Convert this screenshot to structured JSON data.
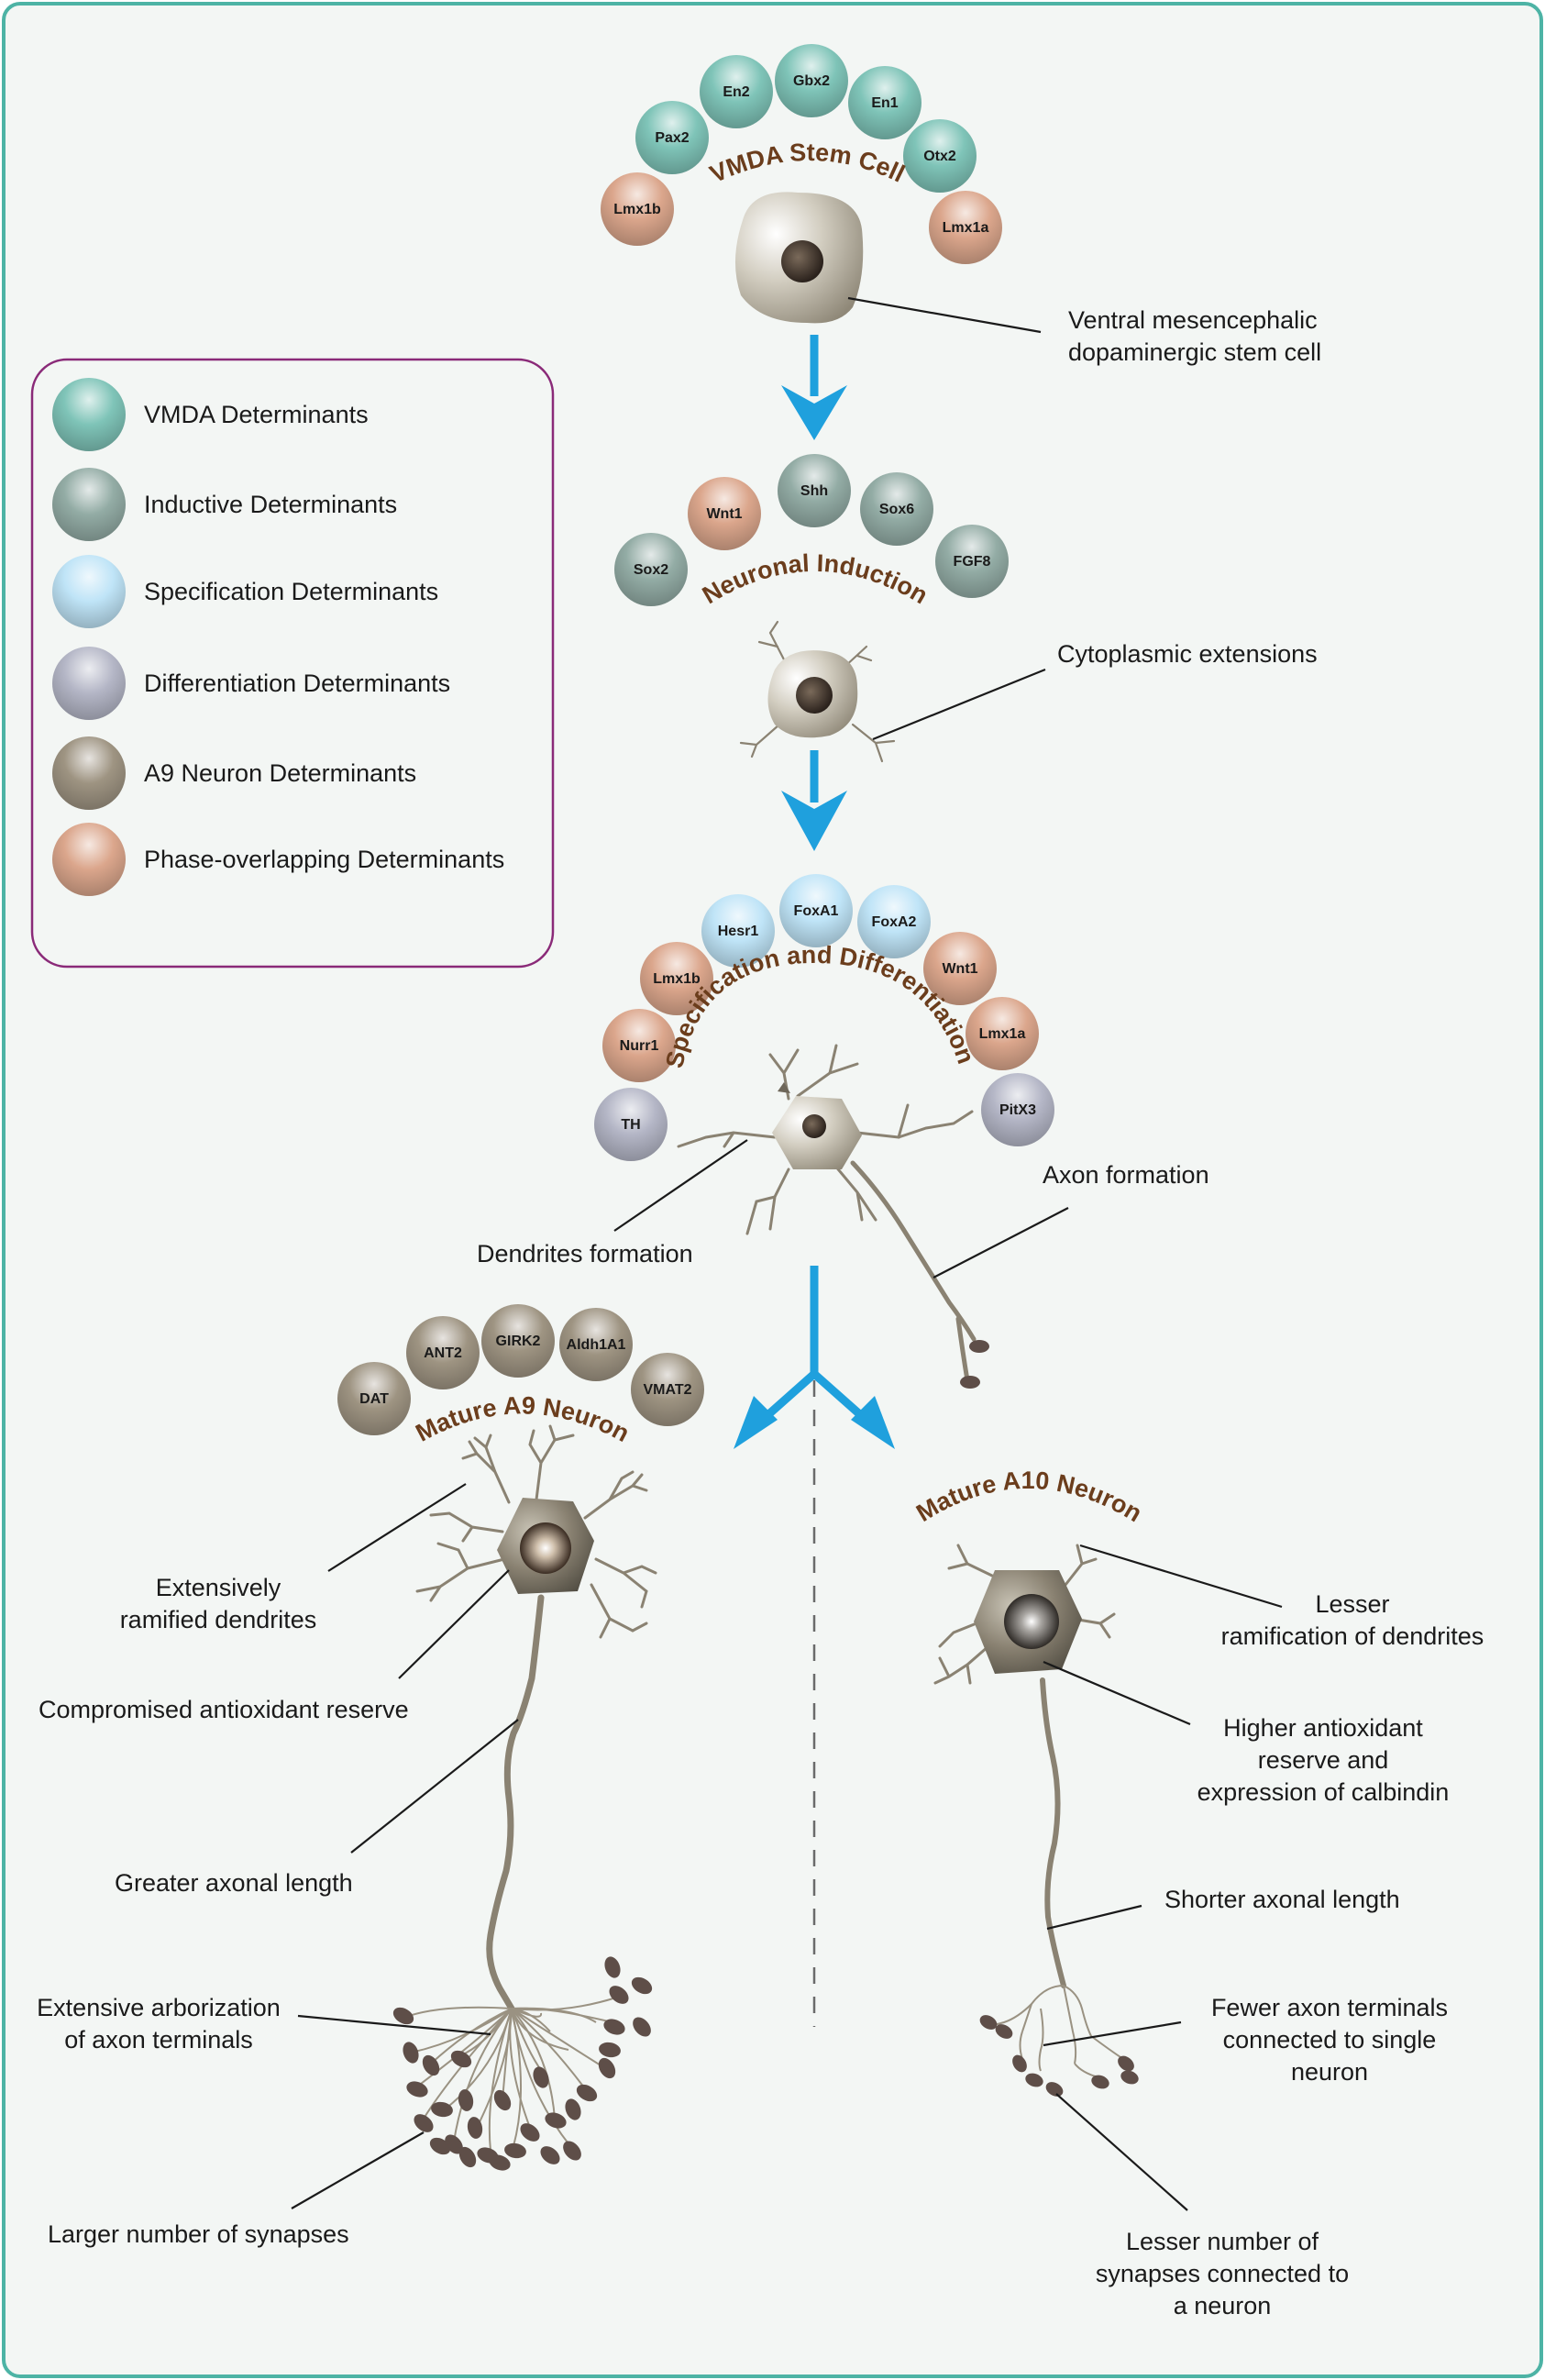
{
  "legend": [
    {
      "label": "VMDA Determinants",
      "color": "#7fc4b8"
    },
    {
      "label": "Inductive Determinants",
      "color": "#93aca5"
    },
    {
      "label": "Specification Determinants",
      "color": "#bfe4f7"
    },
    {
      "label": "Differentiation Determinants",
      "color": "#b4b6c6"
    },
    {
      "label": "A9 Neuron Determinants",
      "color": "#9e9482"
    },
    {
      "label": "Phase-overlapping Determinants",
      "color": "#dba68c"
    }
  ],
  "stages": {
    "stem": {
      "title": "VMDA Stem Cell",
      "balls": [
        {
          "label": "Lmx1b",
          "type": 5
        },
        {
          "label": "Pax2",
          "type": 0
        },
        {
          "label": "En2",
          "type": 0
        },
        {
          "label": "Gbx2",
          "type": 0
        },
        {
          "label": "En1",
          "type": 0
        },
        {
          "label": "Otx2",
          "type": 0
        },
        {
          "label": "Lmx1a",
          "type": 5
        }
      ],
      "annotation": [
        "Ventral mesencephalic",
        "dopaminergic stem cell"
      ]
    },
    "induction": {
      "title": "Neuronal Induction",
      "balls": [
        {
          "label": "Sox2",
          "type": 1
        },
        {
          "label": "Wnt1",
          "type": 5
        },
        {
          "label": "Shh",
          "type": 1
        },
        {
          "label": "Sox6",
          "type": 1
        },
        {
          "label": "FGF8",
          "type": 1
        }
      ],
      "annotation": [
        "Cytoplasmic extensions"
      ]
    },
    "specification": {
      "title": "Specification and Differentiation",
      "balls": [
        {
          "label": "TH",
          "type": 3
        },
        {
          "label": "Nurr1",
          "type": 5
        },
        {
          "label": "Lmx1b",
          "type": 5
        },
        {
          "label": "Hesr1",
          "type": 2
        },
        {
          "label": "FoxA1",
          "type": 2
        },
        {
          "label": "FoxA2",
          "type": 2
        },
        {
          "label": "Wnt1",
          "type": 5
        },
        {
          "label": "Lmx1a",
          "type": 5
        },
        {
          "label": "PitX3",
          "type": 3
        }
      ],
      "annotations": {
        "dendrites": [
          "Dendrites formation"
        ],
        "axon": [
          "Axon formation"
        ]
      }
    },
    "a9": {
      "title": "Mature A9 Neuron",
      "balls": [
        {
          "label": "DAT",
          "type": 4
        },
        {
          "label": "ANT2",
          "type": 4
        },
        {
          "label": "GIRK2",
          "type": 4
        },
        {
          "label": "Aldh1A1",
          "type": 4
        },
        {
          "label": "VMAT2",
          "type": 4
        }
      ],
      "annotations": {
        "dendrites": [
          "Extensively",
          "ramified dendrites"
        ],
        "antioxidant": [
          "Compromised antioxidant reserve"
        ],
        "axon": [
          "Greater axonal length"
        ],
        "terminals": [
          "Extensive arborization",
          "of axon terminals"
        ],
        "synapses": [
          "Larger number of synapses"
        ]
      }
    },
    "a10": {
      "title": "Mature A10 Neuron",
      "annotations": {
        "dendrites": [
          "Lesser",
          "ramification of dendrites"
        ],
        "antioxidant": [
          "Higher antioxidant",
          "reserve and",
          "expression of calbindin"
        ],
        "axon": [
          "Shorter axonal length"
        ],
        "terminals": [
          "Fewer axon terminals",
          "connected to single",
          "neuron"
        ],
        "synapses": [
          "Lesser number of",
          "synapses connected to",
          "a neuron"
        ]
      }
    }
  },
  "colors": {
    "frame": "#4db3a5",
    "background": "#f3f6f4",
    "legend_border": "#8a2a78",
    "arrow": "#1fa0dd",
    "arc_title": "#6b3d1c"
  }
}
